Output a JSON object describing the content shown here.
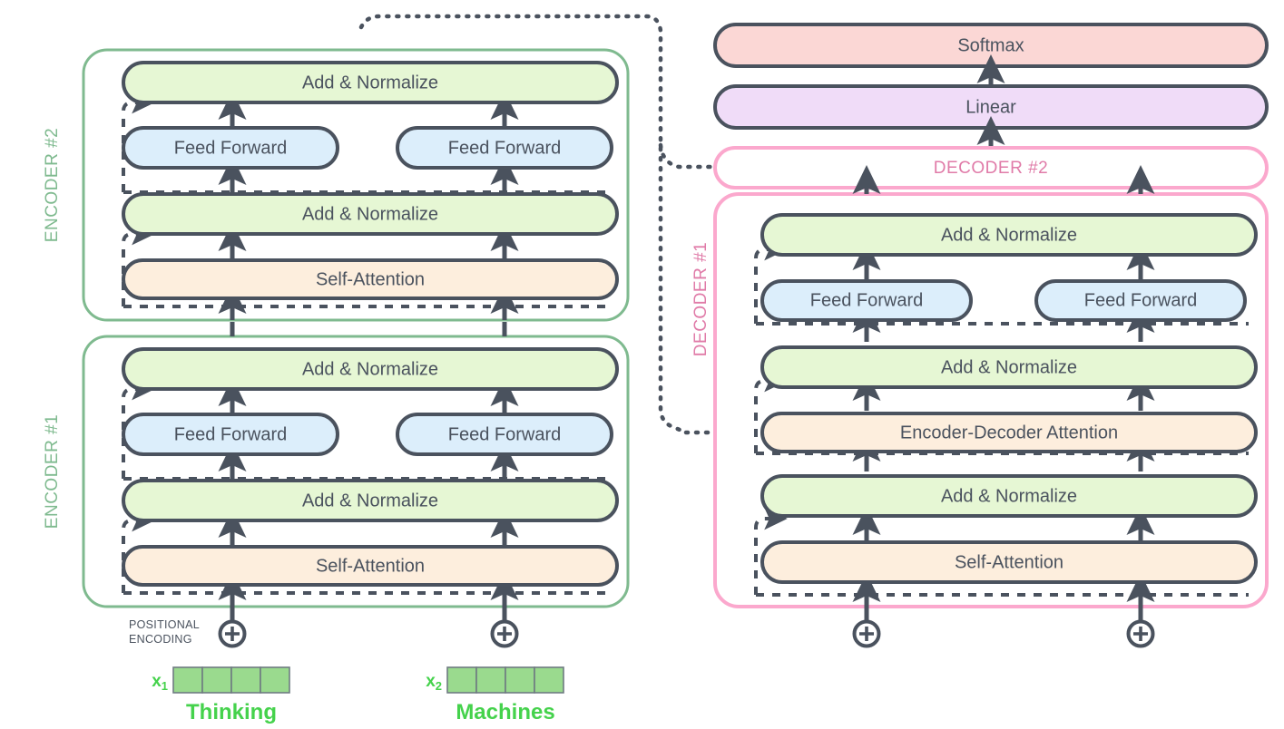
{
  "diagram": {
    "title": "Transformer encoder-decoder architecture",
    "colors": {
      "stroke": "#4a525e",
      "add_norm_fill": "#e6f7d4",
      "feed_forward_fill": "#dceefb",
      "attention_fill": "#fdeedd",
      "softmax_fill": "#fbd7d5",
      "linear_fill": "#f0dcf8",
      "encoder_border": "#7fba8f",
      "encoder_label": "#7fba8f",
      "decoder_border": "#fba8cd",
      "decoder_label": "#e07ba8",
      "embedding_cell": "#9ada8e",
      "word_text": "#45d24c"
    },
    "encoder_stacks": [
      {
        "id": "encoder-2",
        "label": "ENCODER #2",
        "layers": [
          {
            "name": "add-normalize-top",
            "text": "Add & Normalize",
            "kind": "add_norm",
            "span": "full"
          },
          {
            "name": "feed-forward-left",
            "text": "Feed Forward",
            "kind": "feed_forward",
            "span": "left"
          },
          {
            "name": "feed-forward-right",
            "text": "Feed Forward",
            "kind": "feed_forward",
            "span": "right"
          },
          {
            "name": "add-normalize-bottom",
            "text": "Add & Normalize",
            "kind": "add_norm",
            "span": "full"
          },
          {
            "name": "self-attention",
            "text": "Self-Attention",
            "kind": "attention",
            "span": "full"
          }
        ]
      },
      {
        "id": "encoder-1",
        "label": "ENCODER #1",
        "layers": [
          {
            "name": "add-normalize-top",
            "text": "Add & Normalize",
            "kind": "add_norm",
            "span": "full"
          },
          {
            "name": "feed-forward-left",
            "text": "Feed Forward",
            "kind": "feed_forward",
            "span": "left"
          },
          {
            "name": "feed-forward-right",
            "text": "Feed Forward",
            "kind": "feed_forward",
            "span": "right"
          },
          {
            "name": "add-normalize-bottom",
            "text": "Add & Normalize",
            "kind": "add_norm",
            "span": "full"
          },
          {
            "name": "self-attention",
            "text": "Self-Attention",
            "kind": "attention",
            "span": "full"
          }
        ]
      }
    ],
    "decoder_output": {
      "softmax": "Softmax",
      "linear": "Linear"
    },
    "decoder_stacks": [
      {
        "id": "decoder-2",
        "label": "DECODER #2",
        "collapsed": true,
        "layers": []
      },
      {
        "id": "decoder-1",
        "label": "DECODER #1",
        "collapsed": false,
        "layers": [
          {
            "name": "add-normalize-top",
            "text": "Add & Normalize",
            "kind": "add_norm",
            "span": "full"
          },
          {
            "name": "feed-forward-left",
            "text": "Feed Forward",
            "kind": "feed_forward",
            "span": "left"
          },
          {
            "name": "feed-forward-right",
            "text": "Feed Forward",
            "kind": "feed_forward",
            "span": "right"
          },
          {
            "name": "add-normalize-middle",
            "text": "Add & Normalize",
            "kind": "add_norm",
            "span": "full"
          },
          {
            "name": "encoder-decoder-attention",
            "text": "Encoder-Decoder Attention",
            "kind": "attention",
            "span": "full"
          },
          {
            "name": "add-normalize-bottom",
            "text": "Add & Normalize",
            "kind": "add_norm",
            "span": "full"
          },
          {
            "name": "self-attention",
            "text": "Self-Attention",
            "kind": "attention",
            "span": "full"
          }
        ]
      }
    ],
    "inputs": {
      "positional_encoding_label_line1": "POSITIONAL",
      "positional_encoding_label_line2": "ENCODING",
      "plus_symbol": "+",
      "tokens": [
        {
          "var_base": "x",
          "var_sub": "1",
          "word": "Thinking",
          "cells": 4
        },
        {
          "var_base": "x",
          "var_sub": "2",
          "word": "Machines",
          "cells": 4
        }
      ]
    }
  }
}
